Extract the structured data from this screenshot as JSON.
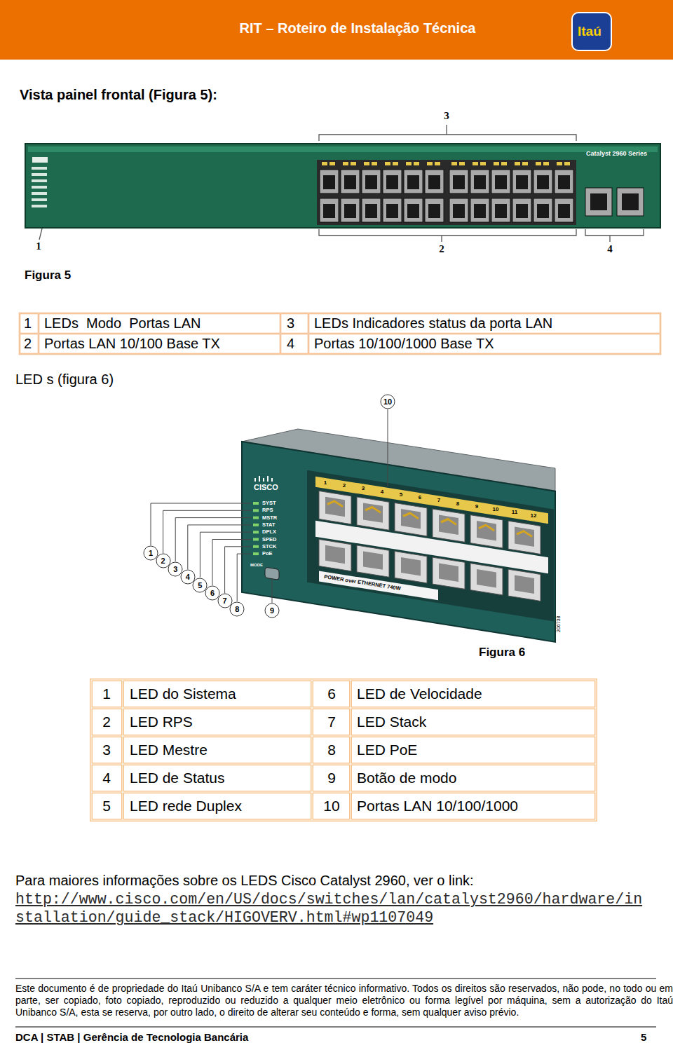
{
  "diagram": {
    "title": "RIT – Roteiro de Instalação Técnica",
    "labels": [
      "Vista painel frontal (Figura 5):",
      "Catalyst 2960 Series",
      "3",
      "1",
      "2",
      "4",
      "Figura 5",
      "1",
      "LEDs  Modo  Portas LAN",
      "3",
      "LEDs Indicadores status da porta LAN",
      "2",
      "Portas LAN 10/100 Base TX",
      "4",
      "Portas 10/100/1000 Base TX",
      "LED s (figura 6)",
      "10",
      "CISCO",
      "SYST",
      "RPS",
      "MSTR",
      "STAT",
      "DPLX",
      "SPED",
      "STCK",
      "PoE",
      "MODE",
      "1",
      "2",
      "3",
      "4",
      "5",
      "6",
      "7",
      "8",
      "9",
      "10",
      "11",
      "12",
      "POWER over ETHERNET 740W",
      "1",
      "2",
      "3",
      "4",
      "5",
      "6",
      "7",
      "8",
      "9",
      "206738",
      "Figura 6",
      "1",
      "LED do Sistema",
      "6",
      "LED de Velocidade",
      "2",
      "LED RPS",
      "7",
      "LED Stack",
      "3",
      "LED Mestre",
      "8",
      "LED PoE",
      "4",
      "LED de Status",
      "9",
      "Botão de modo",
      "5",
      "LED rede Duplex",
      "10",
      "Portas LAN 10/100/1000",
      "Para maiores informações sobre os LEDS Cisco Catalyst 2960, ver o link:",
      "http://www.cisco.com/en/US/docs/switches/lan/catalyst2960/hardware/in",
      "stallation/guide_stack/HIGOVERV.html#wp1107049",
      "Este documento é de propriedade do Itaú Unibanco S/A e tem caráter técnico informativo. Todos os direitos são reservados, não pode, no todo ou em parte, ser copiado, foto copiado, reproduzido ou reduzido a qualquer meio eletrônico ou forma legível por máquina, sem a autorização do Itaú Unibanco S/A, esta se reserva, por outro lado, o direito de alterar seu conteúdo e forma, sem qualquer aviso prévio.",
      "DCA | STAB | Gerência de Tecnologia Bancária",
      "5",
      "Itaú"
    ]
  }
}
